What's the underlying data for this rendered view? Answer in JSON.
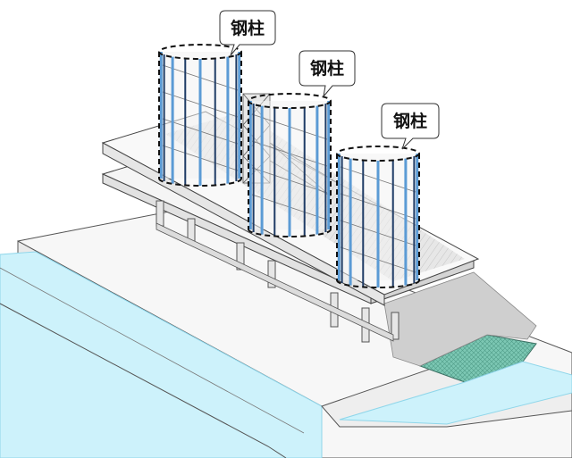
{
  "diagram": {
    "callouts": [
      {
        "label": "钢柱"
      },
      {
        "label": "钢柱"
      },
      {
        "label": "钢柱"
      }
    ],
    "colors": {
      "water": "#cdf2fb",
      "water_edge": "#8fd6ea",
      "column": "#5b9bd5",
      "column_dark": "#1f3c66",
      "concrete": "#f4f4f4",
      "outline": "#555555",
      "shadow": "#cfcfcf",
      "pit_water": "#6bbfa8"
    }
  }
}
